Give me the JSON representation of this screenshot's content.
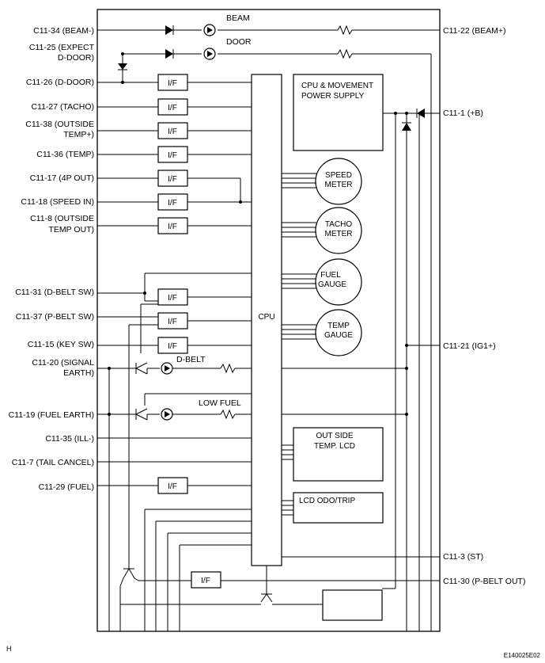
{
  "connectors_left": [
    "C11-34 (BEAM-)",
    "C11-25 (EXPECT",
    "D-DOOR)",
    "C11-26 (D-DOOR)",
    "C11-27 (TACHO)",
    "C11-38 (OUTSIDE",
    "TEMP+)",
    "C11-36 (TEMP)",
    "C11-17 (4P OUT)",
    "C11-18 (SPEED IN)",
    "C11-8 (OUTSIDE",
    "TEMP OUT)",
    "C11-31 (D-BELT SW)",
    "C11-37 (P-BELT SW)",
    "C11-15 (KEY SW)",
    "C11-20 (SIGNAL",
    "EARTH)",
    "C11-19 (FUEL EARTH)",
    "C11-35 (ILL-)",
    "C11-7 (TAIL CANCEL)",
    "C11-29 (FUEL)"
  ],
  "connectors_right": [
    "C11-22 (BEAM+)",
    "C11-1 (+B)",
    "C11-21 (IG1+)",
    "C11-3 (ST)",
    "C11-30 (P-BELT OUT)"
  ],
  "indicators": {
    "beam": "BEAM",
    "door": "DOOR",
    "d_belt": "D-BELT",
    "low_fuel": "LOW FUEL"
  },
  "blocks": {
    "power_supply_1": "CPU & MOVEMENT",
    "power_supply_2": "POWER SUPPLY",
    "cpu": "CPU",
    "speed_1": "SPEED",
    "speed_2": "METER",
    "tacho_1": "TACHO",
    "tacho_2": "METER",
    "fuel_1": "FUEL",
    "fuel_2": "GAUGE",
    "temp_1": "TEMP",
    "temp_2": "GAUGE",
    "lcd_temp_1": "OUT SIDE",
    "lcd_temp_2": "TEMP. LCD",
    "lcd_odo": "LCD ODO/TRIP",
    "interface": "I/F"
  },
  "footer": {
    "left": "H",
    "right": "E140025E02"
  }
}
